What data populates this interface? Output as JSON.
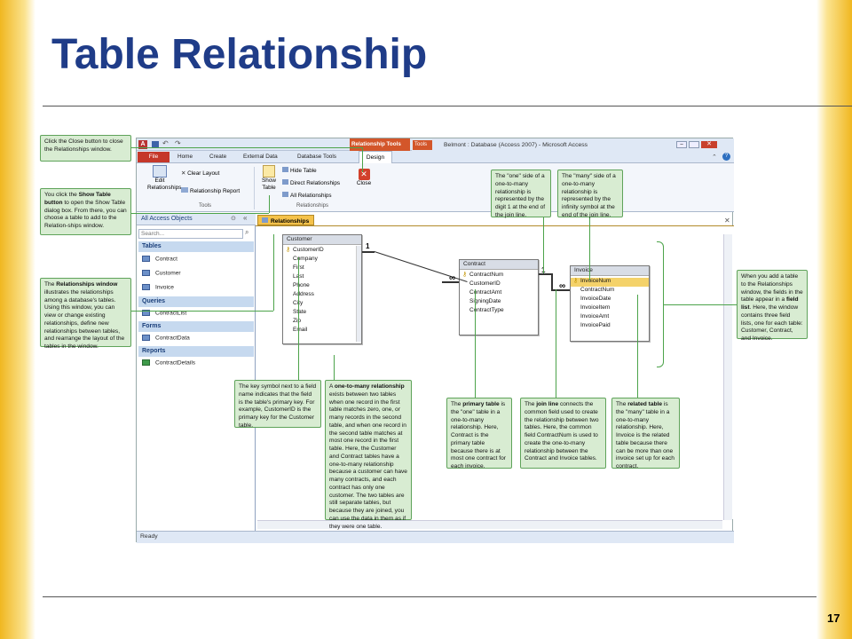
{
  "slide": {
    "title": "Table Relationship",
    "page_number": "17"
  },
  "access": {
    "window_title": "Belmont : Database (Access 2007) - Microsoft Access",
    "context_tab": "Relationship Tools",
    "context_tab_short": "Tools",
    "file_tab": "File",
    "ribbon_tabs": [
      "Home",
      "Create",
      "External Data",
      "Database Tools",
      "Design"
    ],
    "ribbon": {
      "edit_relationships": "Edit\nRelationships",
      "clear_layout": "Clear Layout",
      "relationship_report": "Relationship Report",
      "show_table": "Show\nTable",
      "hide_table": "Hide Table",
      "direct_relationships": "Direct Relationships",
      "all_relationships": "All Relationships",
      "close": "Close",
      "group_tools": "Tools",
      "group_relationships": "Relationships"
    },
    "nav": {
      "header": "All Access Objects",
      "search_placeholder": "Search...",
      "groups": [
        {
          "name": "Tables",
          "items": [
            "Contract",
            "Customer",
            "Invoice"
          ]
        },
        {
          "name": "Queries",
          "items": [
            "ContractList"
          ]
        },
        {
          "name": "Forms",
          "items": [
            "ContractData"
          ]
        },
        {
          "name": "Reports",
          "items": [
            "ContractDetails"
          ]
        }
      ]
    },
    "doc_tab": "Relationships",
    "status": "Ready",
    "tables": {
      "customer": {
        "name": "Customer",
        "fields": [
          "CustomerID",
          "Company",
          "First",
          "Last",
          "Phone",
          "Address",
          "City",
          "State",
          "Zip",
          "Email"
        ]
      },
      "contract": {
        "name": "Contract",
        "fields": [
          "ContractNum",
          "CustomerID",
          "ContractAmt",
          "SigningDate",
          "ContractType"
        ]
      },
      "invoice": {
        "name": "Invoice",
        "fields": [
          "InvoiceNum",
          "ContractNum",
          "InvoiceDate",
          "InvoiceItem",
          "InvoiceAmt",
          "InvoicePaid"
        ]
      }
    },
    "symbols": {
      "one": "1",
      "many": "∞"
    }
  },
  "callouts": {
    "close": "Click the Close button to close the Relationships window.",
    "show_table_pre": "You click the ",
    "show_table_bold": "Show Table button",
    "show_table_post": " to open the Show Table dialog box. From there, you can choose a table to add to the Relation-ships window.",
    "rel_window_bold": "Relationships window",
    "rel_window_pre": "The ",
    "rel_window_post": " illustrates the relationships among a database's tables. Using this window, you can view or change existing relationships, define new relationships between tables, and rearrange the layout of the tables in the window.",
    "key_symbol": "The key symbol next to a field name indicates that the field is the table's primary key. For example, CustomerID is the primary key for the Customer table.",
    "one_to_many_bold": "one-to-many relationship",
    "one_to_many_pre": "A ",
    "one_to_many_post": " exists between two tables when one record in the first table matches zero, one, or many records in the second table, and when one record in the second table matches at most one record in the first table. Here, the Customer and Contract tables have a one-to-many relationship because a customer can have many contracts, and each contract has only one customer. The two tables are still separate tables, but because they are joined, you can use the data in them as if they were one table.",
    "one_side": "The \"one\" side of a one-to-many relationship is represented by the digit 1 at the end of the join line.",
    "many_side": "The \"many\" side of a one-to-many relationship is represented by the infinity symbol at the end of the join line.",
    "field_list_pre": "When you add a table to the Relationships window, the fields in the table appear in a ",
    "field_list_bold": "field list",
    "field_list_post": ". Here, the window contains three field lists, one for each table: Customer, Contract, and Invoice.",
    "primary_pre": "The ",
    "primary_bold": "primary table",
    "primary_post": " is the \"one\" table in a one-to-many relationship. Here, Contract is the primary table because there is at most one contract for each invoice.",
    "join_pre": "The ",
    "join_bold": "join line",
    "join_post": " connects the common field used to create the relationship between two tables. Here, the common field ContractNum is used to create the one-to-many relationship between the Contract and Invoice tables.",
    "related_pre": "The ",
    "related_bold": "related table",
    "related_post": " is the \"many\" table in a one-to-many relationship. Here, Invoice is the related table because there can be more than one invoice set up for each contract."
  },
  "colors": {
    "title": "#1f3c88",
    "callout_bg": "#d8ecd2",
    "callout_border": "#5fa35a",
    "accent": "#f0b720"
  }
}
